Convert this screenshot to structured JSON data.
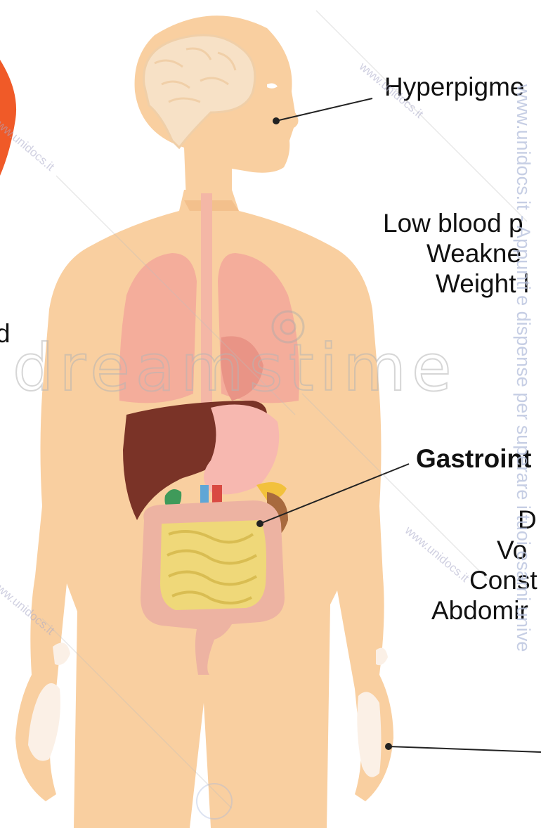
{
  "labels": {
    "hyperpigmentation": "Hyperpigme",
    "low_blood_pressure": "Low blood p",
    "weakness": "Weakne",
    "weight_loss": "Weight l",
    "gastrointestinal": "Gastroint",
    "diarrhea": "D",
    "vomiting": "Vo",
    "constipation": "Const",
    "abdominal": "Abdomir",
    "left_fragment": "d"
  },
  "watermarks": {
    "vertical": "www.unidocs.it - Appunti e dispense per superare i tuoi esami unive",
    "brand": "dreamstime",
    "small": "www.unidocs.it"
  },
  "colors": {
    "skin": "#f9cfa0",
    "skin_shadow": "#f3c08c",
    "lungs": "#f4ad9b",
    "liver": "#7a3327",
    "intestine_small": "#efd879",
    "intestine_large": "#edb3a2",
    "stomach": "#f7b8b0",
    "vitiligo": "#fbf0e6",
    "orange_badge": "#f05a28"
  }
}
